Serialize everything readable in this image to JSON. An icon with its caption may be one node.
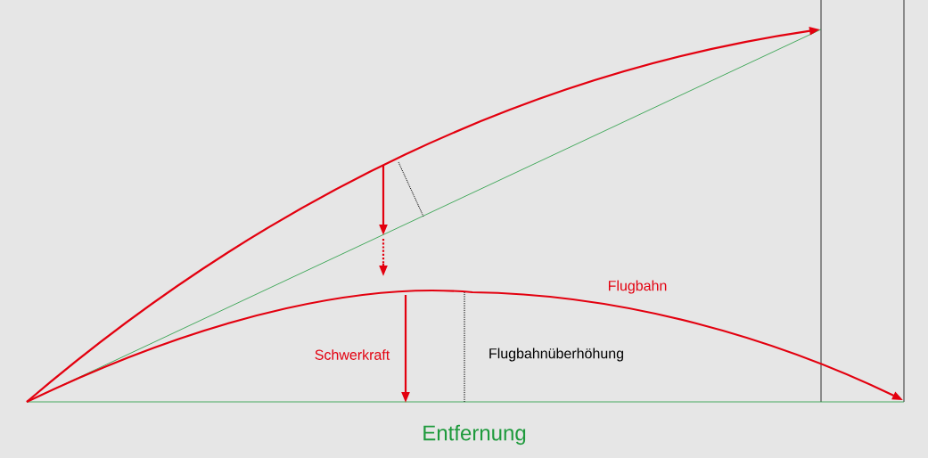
{
  "diagram": {
    "labels": [
      "Flugbahn",
      "Schwerkraft",
      "Flugbahnüberhöhung",
      "Entfernung"
    ]
  }
}
